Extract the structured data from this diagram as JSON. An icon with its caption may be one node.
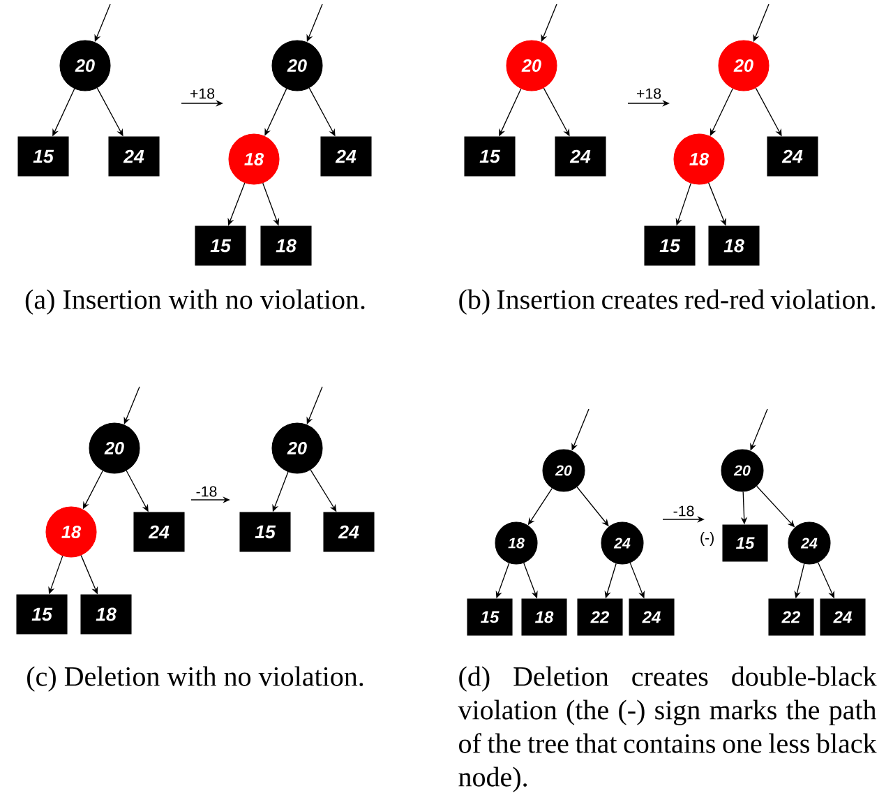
{
  "diagram": {
    "nodes": [
      {
        "text": [
          "20"
        ]
      },
      {
        "text": [
          "15"
        ]
      },
      {
        "text": [
          "24"
        ]
      },
      {
        "text": [
          "20"
        ]
      },
      {
        "text": [
          "18"
        ]
      },
      {
        "text": [
          "24"
        ]
      },
      {
        "text": [
          "15"
        ]
      },
      {
        "text": [
          "18"
        ]
      },
      {
        "text": [
          "20"
        ]
      },
      {
        "text": [
          "15"
        ]
      },
      {
        "text": [
          "24"
        ]
      },
      {
        "text": [
          "20"
        ]
      },
      {
        "text": [
          "18"
        ]
      },
      {
        "text": [
          "24"
        ]
      },
      {
        "text": [
          "15"
        ]
      },
      {
        "text": [
          "18"
        ]
      },
      {
        "text": [
          "20"
        ]
      },
      {
        "text": [
          "18"
        ]
      },
      {
        "text": [
          "24"
        ]
      },
      {
        "text": [
          "15"
        ]
      },
      {
        "text": [
          "18"
        ]
      },
      {
        "text": [
          "20"
        ]
      },
      {
        "text": [
          "15"
        ]
      },
      {
        "text": [
          "24"
        ]
      },
      {
        "text": [
          "20"
        ]
      },
      {
        "text": [
          "18"
        ]
      },
      {
        "text": [
          "24"
        ]
      },
      {
        "text": [
          "15"
        ]
      },
      {
        "text": [
          "18"
        ]
      },
      {
        "text": [
          "22"
        ]
      },
      {
        "text": [
          "24"
        ]
      },
      {
        "text": [
          "20"
        ]
      },
      {
        "text": [
          "15"
        ],
        "beside": [
          "(-)"
        ]
      },
      {
        "text": [
          "24"
        ]
      },
      {
        "text": [
          "22"
        ]
      },
      {
        "text": [
          "24"
        ]
      }
    ],
    "edges": [
      {
        "from": null,
        "to": 0,
        "arrow": "to"
      },
      {
        "from": 0,
        "to": 1,
        "arrow": "to"
      },
      {
        "from": 0,
        "to": 2,
        "arrow": "to"
      },
      {
        "from": null,
        "to": 3,
        "arrow": "to"
      },
      {
        "from": 3,
        "to": 4,
        "arrow": "to"
      },
      {
        "from": 3,
        "to": 5,
        "arrow": "to"
      },
      {
        "from": 4,
        "to": 6,
        "arrow": "to"
      },
      {
        "from": 4,
        "to": 7,
        "arrow": "to"
      },
      {
        "from": null,
        "to": 8,
        "arrow": "to"
      },
      {
        "from": 8,
        "to": 9,
        "arrow": "to"
      },
      {
        "from": 8,
        "to": 10,
        "arrow": "to"
      },
      {
        "from": null,
        "to": 11,
        "arrow": "to"
      },
      {
        "from": 11,
        "to": 12,
        "arrow": "to"
      },
      {
        "from": 11,
        "to": 13,
        "arrow": "to"
      },
      {
        "from": 12,
        "to": 14,
        "arrow": "to"
      },
      {
        "from": 12,
        "to": 15,
        "arrow": "to"
      },
      {
        "from": null,
        "to": 16,
        "arrow": "to"
      },
      {
        "from": 16,
        "to": 17,
        "arrow": "to"
      },
      {
        "from": 16,
        "to": 18,
        "arrow": "to"
      },
      {
        "from": 17,
        "to": 19,
        "arrow": "to"
      },
      {
        "from": 17,
        "to": 20,
        "arrow": "to"
      },
      {
        "from": null,
        "to": 21,
        "arrow": "to"
      },
      {
        "from": 21,
        "to": 22,
        "arrow": "to"
      },
      {
        "from": 21,
        "to": 23,
        "arrow": "to"
      },
      {
        "from": null,
        "to": 24,
        "arrow": "to"
      },
      {
        "from": 24,
        "to": 25,
        "arrow": "to"
      },
      {
        "from": 24,
        "to": 26,
        "arrow": "to"
      },
      {
        "from": 25,
        "to": 27,
        "arrow": "to"
      },
      {
        "from": 25,
        "to": 28,
        "arrow": "to"
      },
      {
        "from": 26,
        "to": 29,
        "arrow": "to"
      },
      {
        "from": 26,
        "to": 30,
        "arrow": "to"
      },
      {
        "from": null,
        "to": 31,
        "arrow": "to"
      },
      {
        "from": 31,
        "to": 32,
        "arrow": "to"
      },
      {
        "from": 31,
        "to": 33,
        "arrow": "to"
      },
      {
        "from": 33,
        "to": 34,
        "arrow": "to"
      },
      {
        "from": 33,
        "to": 35,
        "arrow": "to"
      }
    ],
    "labels": [
      "+18",
      "+18",
      "(a)  Insertion with no violation.",
      "(b)  Insertion creates red-red violation.",
      "-18",
      "-18",
      "(c)  Deletion with no violation.",
      "(d)  Deletion creates double-black violation (the (-) sign marks the path of the tree that contains one less black node)."
    ]
  }
}
